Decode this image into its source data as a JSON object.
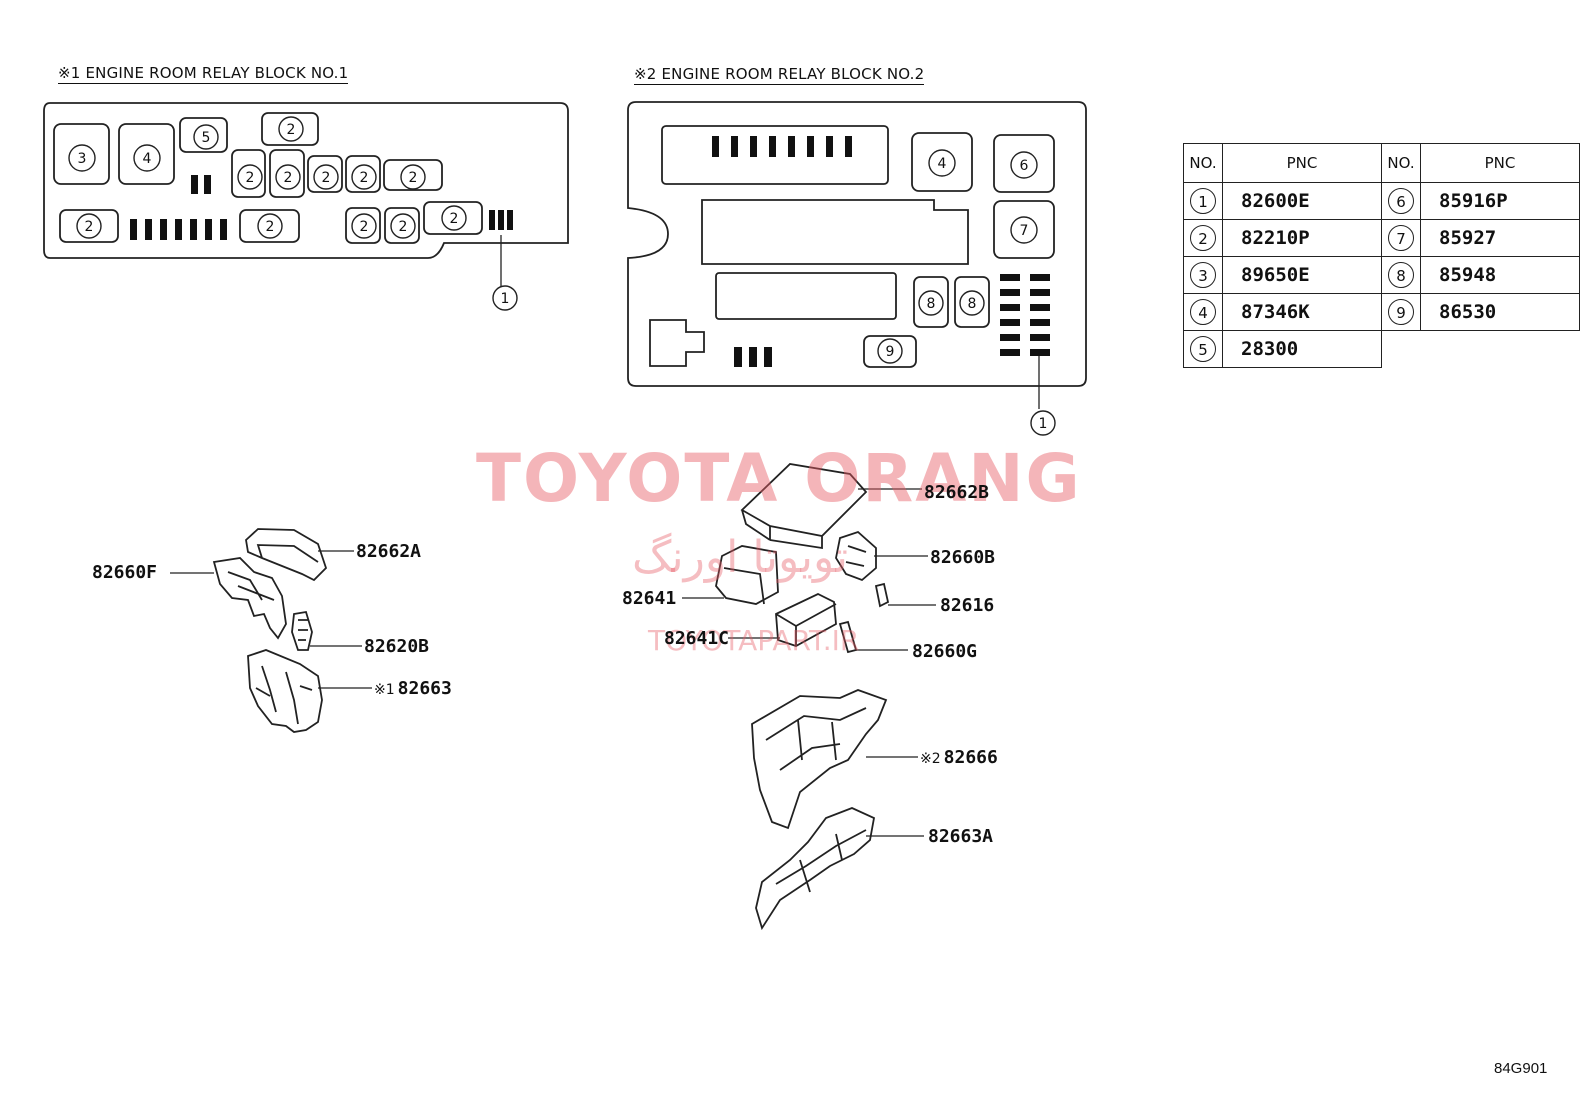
{
  "titles": {
    "block1": "※1 ENGINE ROOM RELAY BLOCK NO.1",
    "block2": "※2 ENGINE ROOM RELAY BLOCK NO.2"
  },
  "block1_labels": [
    "3",
    "4",
    "5",
    "2",
    "2",
    "2",
    "2",
    "2",
    "2",
    "2",
    "2",
    "2",
    "2",
    "2",
    "1"
  ],
  "block2_labels": [
    "4",
    "6",
    "7",
    "8",
    "8",
    "9",
    "1"
  ],
  "table": {
    "headers": [
      "NO.",
      "PNC",
      "NO.",
      "PNC"
    ],
    "left": [
      {
        "no": "1",
        "pnc": "82600E"
      },
      {
        "no": "2",
        "pnc": "82210P"
      },
      {
        "no": "3",
        "pnc": "89650E"
      },
      {
        "no": "4",
        "pnc": "87346K"
      },
      {
        "no": "5",
        "pnc": "28300"
      }
    ],
    "right": [
      {
        "no": "6",
        "pnc": "85916P"
      },
      {
        "no": "7",
        "pnc": "85927"
      },
      {
        "no": "8",
        "pnc": "85948"
      },
      {
        "no": "9",
        "pnc": "86530"
      }
    ]
  },
  "parts": {
    "p82662A": "82662A",
    "p82660F": "82660F",
    "p82620B": "82620B",
    "p82663_pre": "※1",
    "p82663": "82663",
    "p82662B": "82662B",
    "p82660B": "82660B",
    "p82641": "82641",
    "p82616": "82616",
    "p82641C": "82641C",
    "p82660G": "82660G",
    "p82666_pre": "※2",
    "p82666": "82666",
    "p82663A": "82663A"
  },
  "watermark": {
    "main": "TOYOTA ORANG",
    "persian": "تویوتا اورنگ",
    "site": "TOYOTAPART.IR"
  },
  "diagram_code": "84G901"
}
